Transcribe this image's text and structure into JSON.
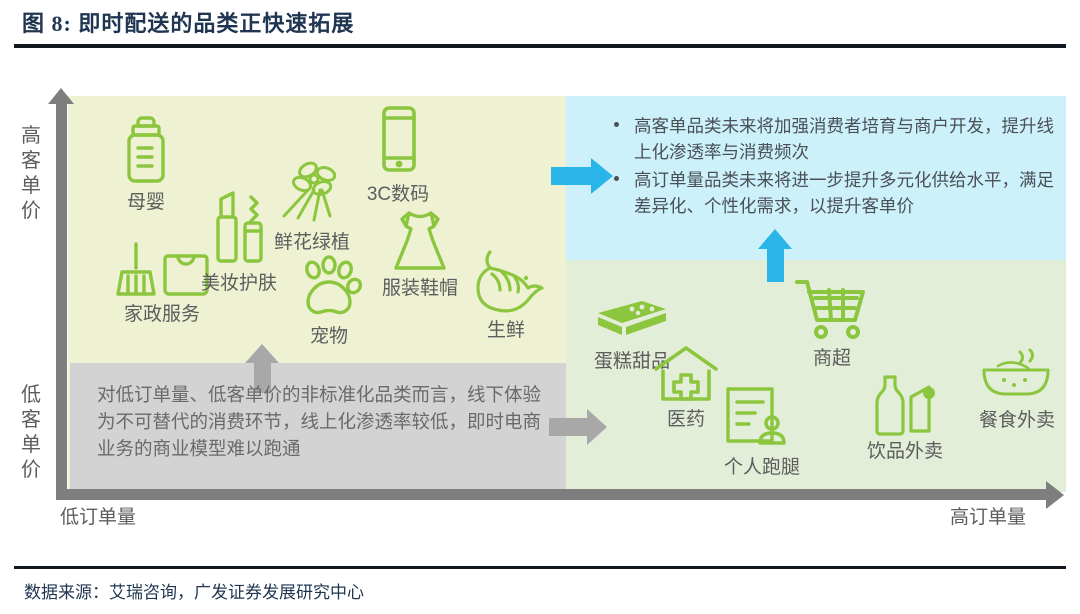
{
  "figure": {
    "title": "图 8: 即时配送的品类正快速拓展",
    "source": "数据来源：艾瑞咨询，广发证券发展研究中心"
  },
  "axes": {
    "y_high": "高客单价",
    "y_low": "低客单价",
    "x_low": "低订单量",
    "x_high": "高订单量"
  },
  "colors": {
    "quadrant_top_left": "#eef2d3",
    "quadrant_top_right": "#cdf1fb",
    "quadrant_bottom_right": "#e3eed9",
    "note_box_gray": "#d3d3d3",
    "icon_green": "#8cc63e",
    "accent_blue": "#2ab5e8",
    "arrow_gray": "#a8a8a8",
    "text_gray": "#5d5d5d",
    "title_navy": "#1f3551"
  },
  "note_low_left": "对低订单量、低客单价的非标准化品类而言，线下体验为不可替代的消费环节，线上化渗透率较低，即时电商业务的商业模型难以跑通",
  "callout": {
    "bullets": [
      "高客单品类未来将加强消费者培育与商户开发，提升线上化渗透率与消费频次",
      "高订单量品类未来将进一步提升多元化供给水平，满足差异化、个性化需求，以提升客单价"
    ]
  },
  "chart_data": {
    "type": "scatter",
    "title": "图 8: 即时配送的品类正快速拓展",
    "xlabel": "订单量",
    "ylabel": "客单价",
    "x_ticks": [
      "低订单量",
      "高订单量"
    ],
    "y_ticks": [
      "低客单价",
      "高客单价"
    ],
    "grid": false,
    "legend": "none",
    "quadrants": [
      {
        "name": "高客单价 / 低订单量",
        "color": "#eef2d3"
      },
      {
        "name": "高客单价 / 高订单量",
        "color": "#cdf1fb"
      },
      {
        "name": "低客单价 / 高订单量",
        "color": "#e3eed9"
      },
      {
        "name": "低客单价 / 低订单量",
        "color": "#d3d3d3"
      }
    ],
    "points": [
      {
        "label": "母婴",
        "icon": "baby-bottle-icon",
        "quadrant": "high-price-low-volume"
      },
      {
        "label": "家政服务",
        "icon": "broom-bucket-icon",
        "quadrant": "high-price-low-volume"
      },
      {
        "label": "美妆护肤",
        "icon": "lipstick-mascara-icon",
        "quadrant": "high-price-low-volume"
      },
      {
        "label": "鲜花绿植",
        "icon": "flower-bouquet-icon",
        "quadrant": "high-price-low-volume"
      },
      {
        "label": "3C数码",
        "icon": "smartphone-icon",
        "quadrant": "high-price-low-volume"
      },
      {
        "label": "服装鞋帽",
        "icon": "dress-icon",
        "quadrant": "high-price-low-volume"
      },
      {
        "label": "宠物",
        "icon": "paw-print-icon",
        "quadrant": "high-price-low-volume"
      },
      {
        "label": "生鲜",
        "icon": "shrimp-icon",
        "quadrant": "high-price-low-volume"
      },
      {
        "label": "蛋糕甜品",
        "icon": "cake-slice-icon",
        "quadrant": "low-price-high-volume"
      },
      {
        "label": "医药",
        "icon": "pharmacy-cross-icon",
        "quadrant": "low-price-high-volume"
      },
      {
        "label": "个人跑腿",
        "icon": "errand-document-icon",
        "quadrant": "low-price-high-volume"
      },
      {
        "label": "商超",
        "icon": "shopping-cart-icon",
        "quadrant": "low-price-high-volume"
      },
      {
        "label": "饮品外卖",
        "icon": "beverage-bottle-icon",
        "quadrant": "low-price-high-volume"
      },
      {
        "label": "餐食外卖",
        "icon": "noodle-bowl-icon",
        "quadrant": "low-price-high-volume"
      }
    ]
  },
  "categories": {
    "muying": "母婴",
    "jiazheng": "家政服务",
    "meizhuang": "美妆护肤",
    "xianhua": "鲜花绿植",
    "sanc": "3C数码",
    "fuzhuang": "服装鞋帽",
    "chongwu": "宠物",
    "shengxian": "生鲜",
    "dangao": "蛋糕甜品",
    "yiyao": "医药",
    "paotui": "个人跑腿",
    "shangchao": "商超",
    "yinpin": "饮品外卖",
    "canshi": "餐食外卖"
  }
}
